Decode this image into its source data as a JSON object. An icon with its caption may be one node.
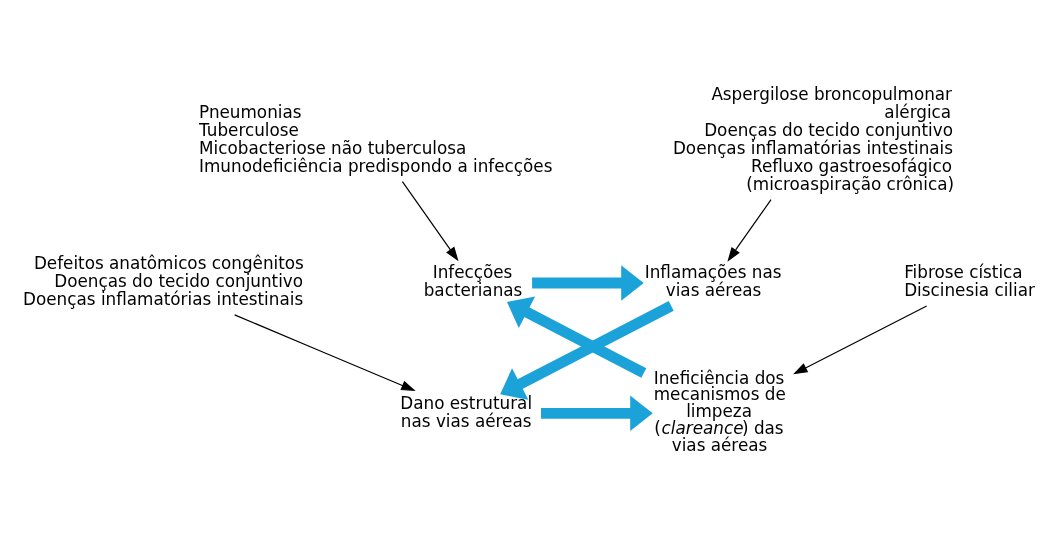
{
  "diagram": {
    "nodes": [
      {
        "text": [
          "Pneumonias",
          "Tuberculose",
          "Micobacteriose não tuberculosa",
          "Imunodeficiência predispondo a infecções"
        ]
      },
      {
        "text": [
          "Infecções bacterianas"
        ]
      },
      {
        "text": [
          "Aspergilose broncopulmonar alérgica",
          "Doenças do tecido conjuntivo",
          "Doenças inflamatórias intestinais",
          "Refluxo gastroesofágico (microaspiração crônica)"
        ]
      },
      {
        "text": [
          "Inflamações nas vias aéreas"
        ]
      },
      {
        "text": [
          "Dano estrutural nas vias aéreas"
        ]
      },
      {
        "text": [
          "Defeitos anatômicos congênitos",
          "Doenças do tecido conjuntivo",
          "Doenças inflamatórias intestinais"
        ]
      },
      {
        "text": [
          "Ineficiência dos mecanismos de limpeza (*clareance*) das vias aéreas"
        ]
      },
      {
        "text": [
          "Fibrose cística",
          "Discinesia ciliar"
        ]
      }
    ],
    "edges": [
      {
        "from": 0,
        "to": 1,
        "arrow": "to"
      },
      {
        "from": 1,
        "to": 3,
        "arrow": "to",
        "style": "thick",
        "color": "#1ba3d9"
      },
      {
        "from": 2,
        "to": 3,
        "arrow": "to"
      },
      {
        "from": 3,
        "to": 4,
        "arrow": "to",
        "style": "thick",
        "color": "#1ba3d9"
      },
      {
        "from": 5,
        "to": 4,
        "arrow": "to"
      },
      {
        "from": 4,
        "to": 6,
        "arrow": "to",
        "style": "thick",
        "color": "#1ba3d9"
      },
      {
        "from": 7,
        "to": 6,
        "arrow": "to"
      },
      {
        "from": 6,
        "to": 1,
        "arrow": "to",
        "style": "thick",
        "color": "#1ba3d9"
      }
    ]
  }
}
